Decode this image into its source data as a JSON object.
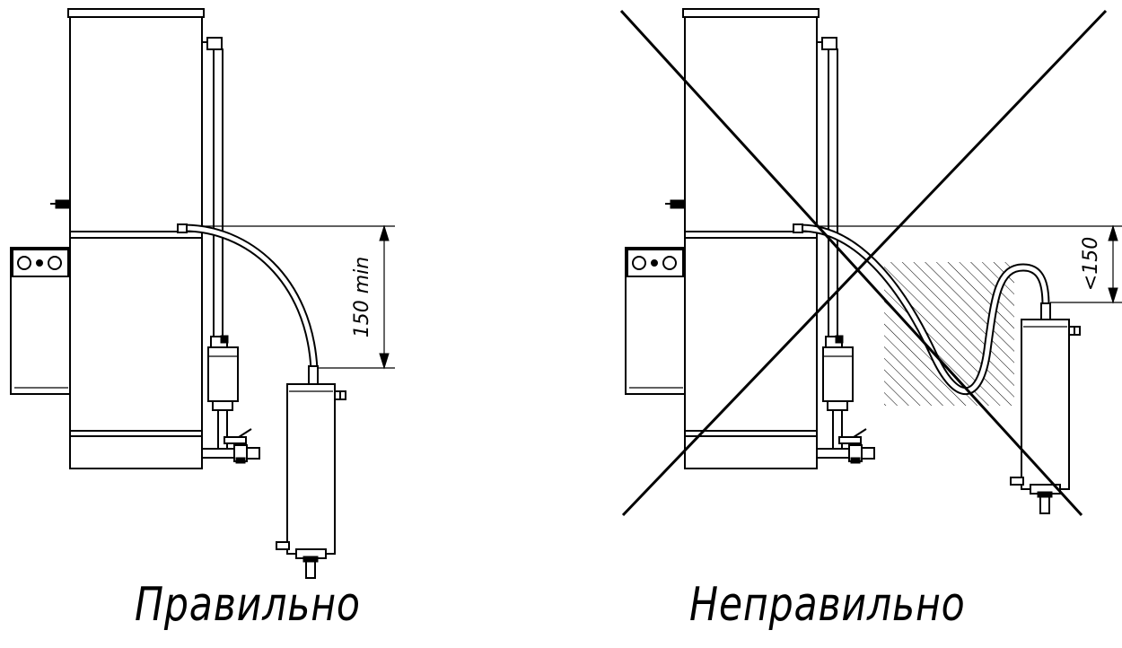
{
  "diagrams": [
    {
      "id": "correct",
      "caption": "Правильно",
      "dimension_label": "150 min"
    },
    {
      "id": "incorrect",
      "caption": "Неправильно",
      "dimension_label": "<150"
    }
  ],
  "colors": {
    "line": "#000000",
    "background": "#ffffff"
  }
}
